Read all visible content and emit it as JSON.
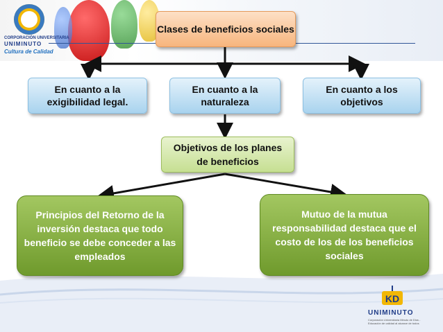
{
  "root": "Clases de beneficios sociales",
  "level1": [
    "En cuanto a la exigibilidad legal.",
    "En cuanto a la naturaleza",
    "En cuanto a los objetivos"
  ],
  "middle": "Objetivos de los planes de beneficios",
  "bottom": [
    "Principios del Retorno de la inversión destaca que todo beneficio se debe conceder a las empleados",
    "Mutuo de la mutua responsabilidad destaca que el costo de los de los beneficios sociales"
  ],
  "logo_top": {
    "line1": "CORPORACIÓN UNIVERSITARIA",
    "line2": "UNIMINUTO",
    "line3": "Cultura de Calidad"
  },
  "logo_bottom": {
    "line1": "UNIMINUTO",
    "line2": "Corporación Universitaria Minuto de Dios - Educación de calidad al alcance de todos"
  },
  "colors": {
    "orange": "#f7b57d",
    "blue": "#a9d3ee",
    "green": "#c6df92",
    "dark_green": "#6f9a2c",
    "accent_line": "#2f5597"
  },
  "icons": [
    "figure-pawn-icon",
    "university-logo-icon",
    "kd-logo-icon"
  ]
}
